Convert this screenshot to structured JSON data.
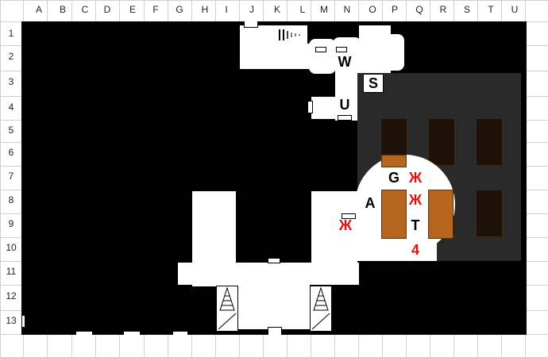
{
  "grid": {
    "columns": [
      "A",
      "B",
      "C",
      "D",
      "E",
      "F",
      "G",
      "H",
      "I",
      "J",
      "K",
      "L",
      "M",
      "N",
      "O",
      "P",
      "Q",
      "R",
      "S",
      "T",
      "U"
    ],
    "rows": [
      "1",
      "2",
      "3",
      "4",
      "5",
      "6",
      "7",
      "8",
      "9",
      "10",
      "11",
      "12",
      "13"
    ]
  },
  "markers": {
    "w": "W",
    "s": "S",
    "u": "U",
    "g": "G",
    "a": "A",
    "t": "T",
    "four": "4",
    "x1": "Ж",
    "x2": "Ж",
    "x3": "Ж"
  },
  "colors": {
    "wall": "#000000",
    "floor": "#ffffff",
    "hazard": "#e01010",
    "crate": "#b5651d"
  }
}
